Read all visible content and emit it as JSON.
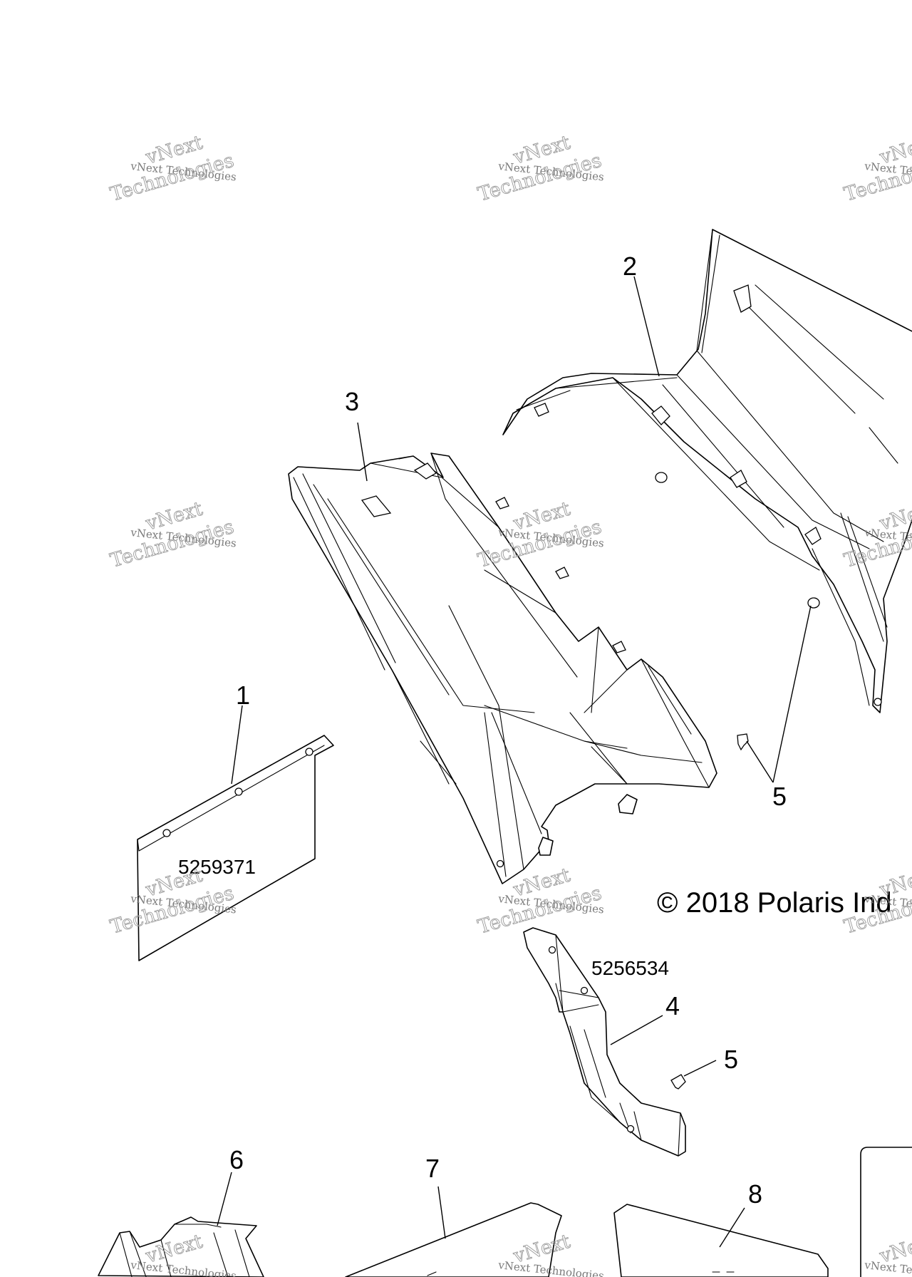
{
  "callouts": {
    "c1": "1",
    "c2": "2",
    "c3": "3",
    "c4": "4",
    "c5a": "5",
    "c5b": "5",
    "c6": "6",
    "c7": "7",
    "c8": "8"
  },
  "part_numbers": {
    "p1": "5259371",
    "p4": "5256534"
  },
  "copyright": "© 2018 Polaris Ind",
  "watermark": {
    "line1": "vNext",
    "line2": "vNext Technologies",
    "line3": "Technologies"
  }
}
